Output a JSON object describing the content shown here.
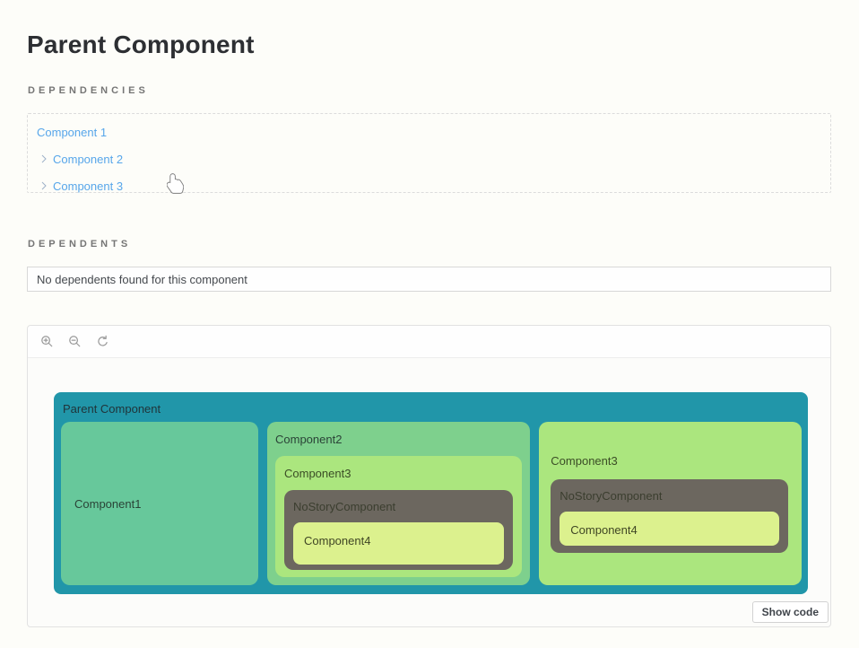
{
  "page": {
    "title": "Parent Component"
  },
  "dependencies": {
    "heading": "DEPENDENCIES",
    "items": [
      {
        "label": "Component 1",
        "chevron": false
      },
      {
        "label": "Component 2",
        "chevron": true
      },
      {
        "label": "Component 3",
        "chevron": true
      }
    ]
  },
  "dependents": {
    "heading": "DEPENDENTS",
    "empty_message": "No dependents found for this component"
  },
  "canvas": {
    "toolbar": {
      "icons": [
        "zoom-in",
        "zoom-out",
        "zoom-reset"
      ]
    },
    "show_code_label": "Show code",
    "diagram": {
      "root": {
        "label": "Parent Component",
        "children": [
          {
            "label": "Component1",
            "children": []
          },
          {
            "label": "Component2",
            "children": [
              {
                "label": "Component3",
                "children": [
                  {
                    "label": "NoStoryComponent",
                    "children": [
                      {
                        "label": "Component4",
                        "children": []
                      }
                    ]
                  }
                ]
              }
            ]
          },
          {
            "label": "Component3",
            "children": [
              {
                "label": "NoStoryComponent",
                "children": [
                  {
                    "label": "Component4",
                    "children": []
                  }
                ]
              }
            ]
          }
        ]
      }
    }
  },
  "colors": {
    "root_box": "#2196a9",
    "component1_box": "#67c89b",
    "component2_box": "#7ed08d",
    "component3_box": "#abe67e",
    "nostory_box": "#6c675f",
    "component4_box": "#dcf18e",
    "link": "#57a6ea"
  }
}
